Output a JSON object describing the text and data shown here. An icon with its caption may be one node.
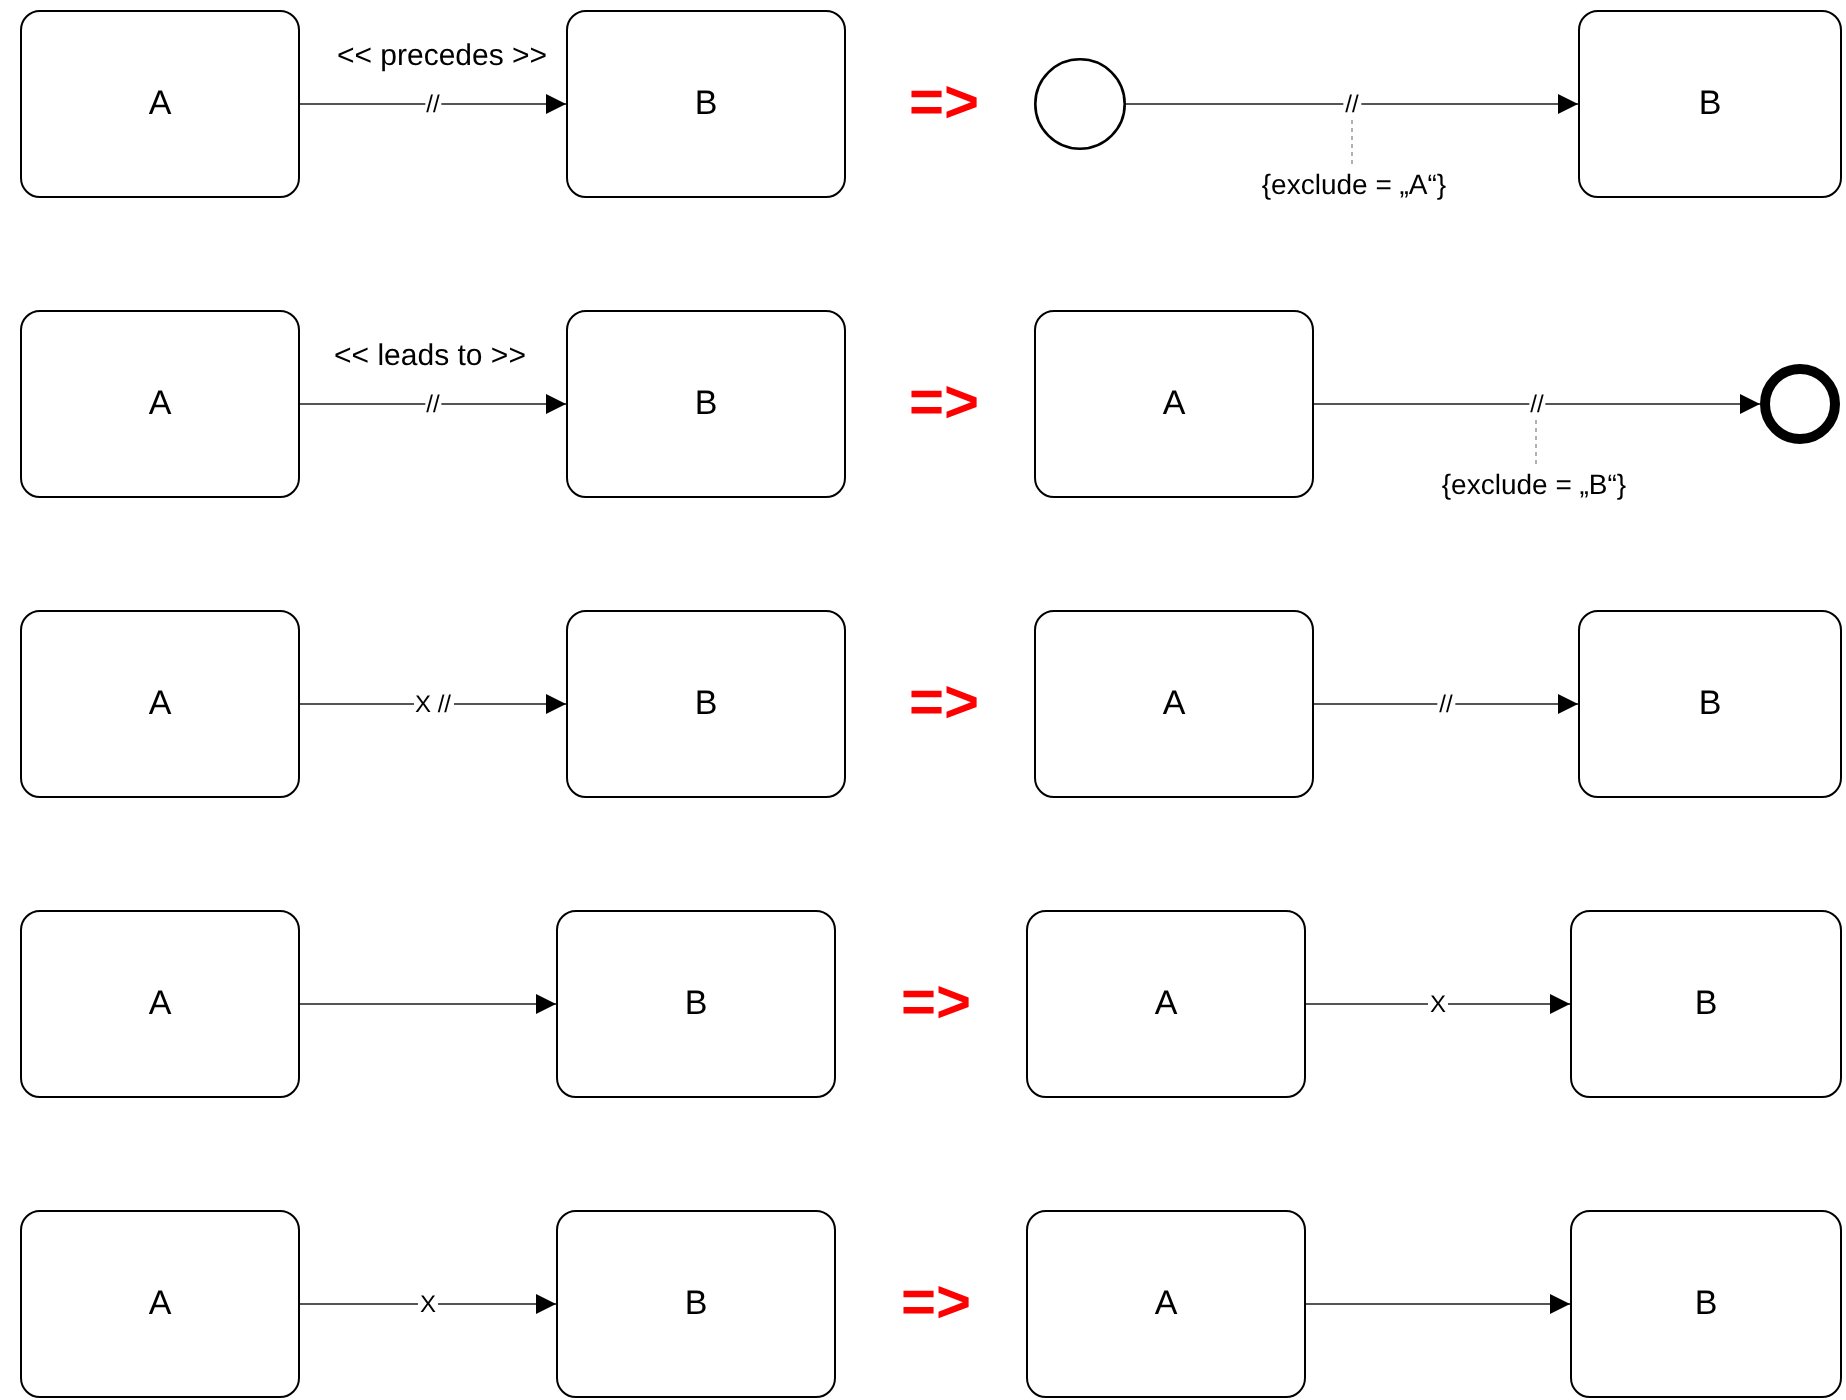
{
  "diagram": {
    "nodes": [
      {
        "text": [
          "A"
        ]
      },
      {
        "text": [
          "B"
        ]
      },
      {
        "text": [],
        "shape": "circle"
      },
      {
        "text": [
          "B"
        ]
      },
      {
        "text": [
          "{exclude = „A“}"
        ]
      },
      {
        "text": [
          "A"
        ]
      },
      {
        "text": [
          "B"
        ]
      },
      {
        "text": [
          "A"
        ]
      },
      {
        "text": [],
        "shape": "circle"
      },
      {
        "text": [
          "{exclude = „B“}"
        ]
      },
      {
        "text": [
          "A"
        ]
      },
      {
        "text": [
          "B"
        ]
      },
      {
        "text": [
          "A"
        ]
      },
      {
        "text": [
          "B"
        ]
      },
      {
        "text": [
          "A"
        ]
      },
      {
        "text": [
          "B"
        ]
      },
      {
        "text": [
          "A"
        ]
      },
      {
        "text": [
          "B"
        ]
      },
      {
        "text": [
          "A"
        ]
      },
      {
        "text": [
          "B"
        ]
      },
      {
        "text": [
          "A"
        ]
      },
      {
        "text": [
          "B"
        ]
      }
    ],
    "edges": [
      {
        "from": 0,
        "to": 1,
        "arrow": "to",
        "label": "//"
      },
      {
        "from": 2,
        "to": 3,
        "arrow": "to",
        "label": "//"
      },
      {
        "from": 4,
        "to": null,
        "arrow": "none",
        "style": "dashed",
        "color": "#b0b0b0"
      },
      {
        "from": 5,
        "to": 6,
        "arrow": "to",
        "label": "//"
      },
      {
        "from": 7,
        "to": 8,
        "arrow": "to",
        "label": "//"
      },
      {
        "from": 9,
        "to": null,
        "arrow": "none",
        "style": "dashed",
        "color": "#b0b0b0"
      },
      {
        "from": 10,
        "to": 11,
        "arrow": "to",
        "label": "X //"
      },
      {
        "from": 12,
        "to": 13,
        "arrow": "to",
        "label": "//"
      },
      {
        "from": 14,
        "to": 15,
        "arrow": "to"
      },
      {
        "from": 16,
        "to": 17,
        "arrow": "to",
        "label": "X"
      },
      {
        "from": 18,
        "to": 19,
        "arrow": "to",
        "label": "X"
      },
      {
        "from": 20,
        "to": 21,
        "arrow": "to"
      }
    ],
    "labels": [
      "<< precedes >>",
      "=>",
      "<< leads to >>",
      "=>",
      "=>",
      "=>",
      "=>"
    ]
  }
}
